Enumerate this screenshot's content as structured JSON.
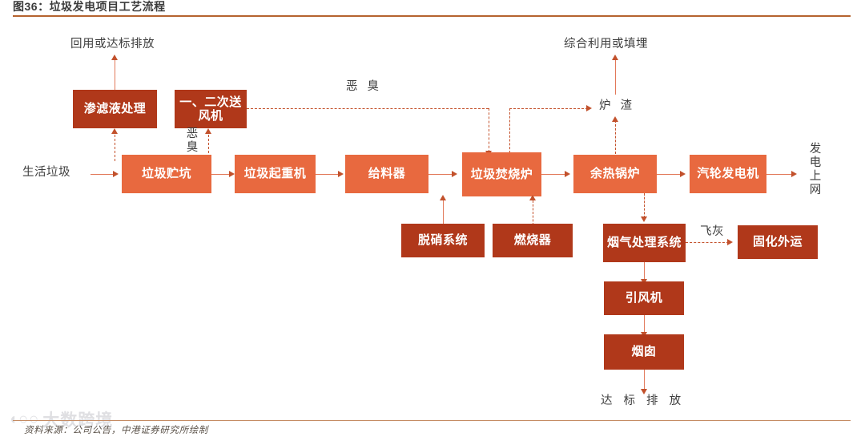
{
  "figure": {
    "title": "图36：垃圾发电项目工艺流程",
    "source_note": "资料来源：公司公告，中港证券研究所绘制",
    "watermark": "大数跨境",
    "watermark_icon": "ico-logo-icon",
    "accent_rule_color": "#b5632f",
    "footer_rule_color": "#c58b63"
  },
  "colors": {
    "node_light": "#e8693f",
    "node_dark": "#b0381a",
    "solid_connector": "#e2795a",
    "dashed_connector": "#c4522c",
    "label_text": "#3f3f3f",
    "node_text": "#ffffff"
  },
  "chart_data": {
    "type": "diagram",
    "title": "图36：垃圾发电项目工艺流程",
    "nodes": [
      {
        "id": "lixiviate",
        "label": "渗滤液处理",
        "style": "dark"
      },
      {
        "id": "fan",
        "label": "一、二次送风机",
        "style": "dark"
      },
      {
        "id": "pit",
        "label": "垃圾贮坑",
        "style": "light"
      },
      {
        "id": "crane",
        "label": "垃圾起重机",
        "style": "light"
      },
      {
        "id": "feeder",
        "label": "给料器",
        "style": "light"
      },
      {
        "id": "incinerator",
        "label": "垃圾焚烧炉",
        "style": "light"
      },
      {
        "id": "waste_boiler",
        "label": "余热锅炉",
        "style": "light"
      },
      {
        "id": "turbine",
        "label": "汽轮发电机",
        "style": "light"
      },
      {
        "id": "denox",
        "label": "脱硝系统",
        "style": "dark"
      },
      {
        "id": "burner",
        "label": "燃烧器",
        "style": "dark"
      },
      {
        "id": "flue_gas",
        "label": "烟气处理系统",
        "style": "dark"
      },
      {
        "id": "solidify",
        "label": "固化外运",
        "style": "dark"
      },
      {
        "id": "induced_fan",
        "label": "引风机",
        "style": "dark"
      },
      {
        "id": "chimney",
        "label": "烟囱",
        "style": "dark"
      }
    ],
    "io_labels": [
      {
        "id": "reuse_discharge",
        "label": "回用或达标排放"
      },
      {
        "id": "comprehensive",
        "label": "综合利用或填埋"
      },
      {
        "id": "msw_input",
        "label": "生活垃圾"
      },
      {
        "id": "grid_output",
        "label": "发电上网"
      },
      {
        "id": "slag",
        "label": "炉 渣"
      },
      {
        "id": "odor_top",
        "label": "恶 臭"
      },
      {
        "id": "odor_side",
        "label": "恶臭"
      },
      {
        "id": "fly_ash",
        "label": "飞灰"
      },
      {
        "id": "final_emission",
        "label": "达 标 排 放"
      }
    ],
    "edges": [
      {
        "from": "msw_input",
        "to": "pit",
        "line": "solid"
      },
      {
        "from": "pit",
        "to": "crane",
        "line": "solid"
      },
      {
        "from": "crane",
        "to": "feeder",
        "line": "solid"
      },
      {
        "from": "feeder",
        "to": "incinerator",
        "line": "solid"
      },
      {
        "from": "incinerator",
        "to": "waste_boiler",
        "line": "solid"
      },
      {
        "from": "waste_boiler",
        "to": "turbine",
        "line": "solid"
      },
      {
        "from": "turbine",
        "to": "grid_output",
        "line": "solid"
      },
      {
        "from": "pit",
        "to": "lixiviate",
        "line": "dashed"
      },
      {
        "from": "lixiviate",
        "to": "reuse_discharge",
        "line": "solid"
      },
      {
        "from": "pit",
        "to": "fan",
        "line": "dashed",
        "label": "恶臭"
      },
      {
        "from": "fan",
        "to": "incinerator",
        "line": "dashed",
        "label": "恶 臭"
      },
      {
        "from": "incinerator",
        "to": "slag",
        "line": "dashed"
      },
      {
        "from": "waste_boiler",
        "to": "slag",
        "line": "dashed"
      },
      {
        "from": "slag",
        "to": "comprehensive",
        "line": "solid"
      },
      {
        "from": "denox",
        "to": "incinerator",
        "line": "solid"
      },
      {
        "from": "burner",
        "to": "incinerator",
        "line": "dashed"
      },
      {
        "from": "waste_boiler",
        "to": "flue_gas",
        "line": "dashed"
      },
      {
        "from": "flue_gas",
        "to": "solidify",
        "line": "dashed",
        "label": "飞灰"
      },
      {
        "from": "flue_gas",
        "to": "induced_fan",
        "line": "solid"
      },
      {
        "from": "induced_fan",
        "to": "chimney",
        "line": "solid"
      },
      {
        "from": "chimney",
        "to": "final_emission",
        "line": "solid"
      }
    ]
  }
}
